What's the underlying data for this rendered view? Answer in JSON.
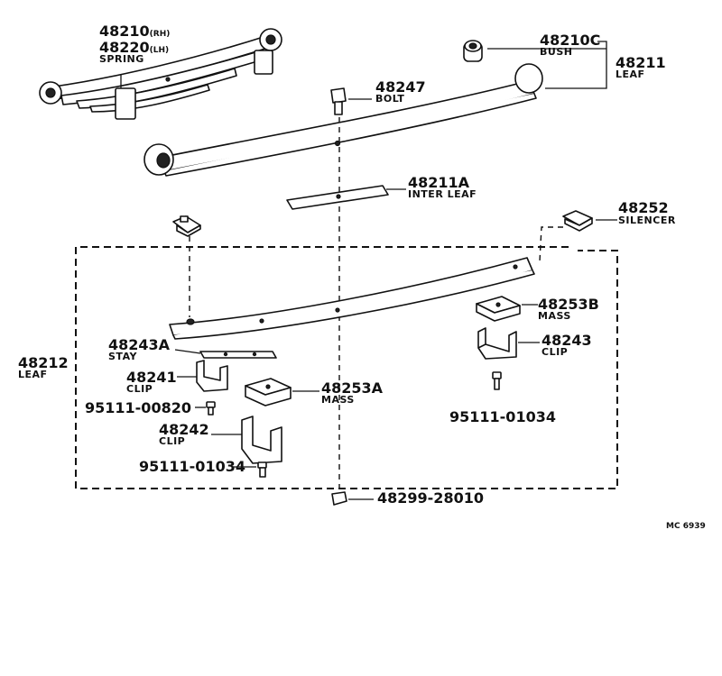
{
  "parts": {
    "spring_rh": {
      "number": "48210",
      "suffix": "(RH)"
    },
    "spring_lh": {
      "number": "48220",
      "suffix": "(LH)",
      "name": "SPRING"
    },
    "bush": {
      "number": "48210C",
      "name": "BUSH"
    },
    "leaf_main": {
      "number": "48211",
      "name": "LEAF"
    },
    "bolt": {
      "number": "48247",
      "name": "BOLT"
    },
    "inter_leaf": {
      "number": "48211A",
      "name": "INTER LEAF"
    },
    "silencer": {
      "number": "48252",
      "name": "SILENCER"
    },
    "mass_b": {
      "number": "48253B",
      "name": "MASS"
    },
    "clip_48243": {
      "number": "48243",
      "name": "CLIP"
    },
    "bolt_right": {
      "number": "95111-01034"
    },
    "leaf_assy": {
      "number": "48212",
      "name": "LEAF"
    },
    "stay": {
      "number": "48243A",
      "name": "STAY"
    },
    "clip_48241": {
      "number": "48241",
      "name": "CLIP"
    },
    "mass_a": {
      "number": "48253A",
      "name": "MASS"
    },
    "bolt_small": {
      "number": "95111-00820"
    },
    "clip_48242": {
      "number": "48242",
      "name": "CLIP"
    },
    "bolt_left": {
      "number": "95111-01034"
    },
    "nut": {
      "number": "48299-28010"
    }
  },
  "figure_code": "MC 6939"
}
